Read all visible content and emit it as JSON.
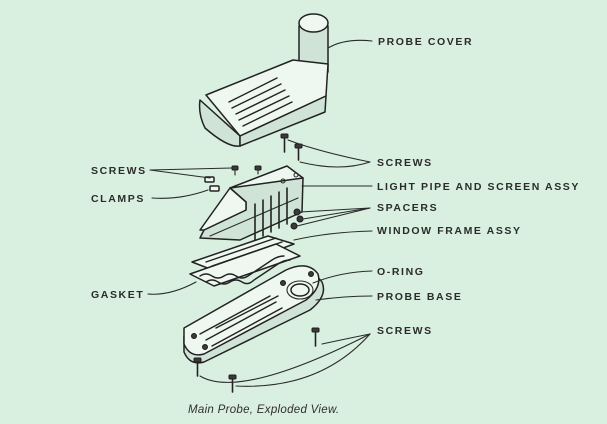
{
  "caption": "Main Probe,  Exploded View.",
  "labels": {
    "probe_cover": "PROBE COVER",
    "screws_upper_left": "SCREWS",
    "screws_upper_right": "SCREWS",
    "light_pipe": "LIGHT PIPE AND SCREEN ASSY",
    "clamps": "CLAMPS",
    "spacers": "SPACERS",
    "window_frame": "WINDOW FRAME ASSY",
    "o_ring": "O-RING",
    "gasket": "GASKET",
    "probe_base": "PROBE BASE",
    "screws_lower": "SCREWS"
  }
}
